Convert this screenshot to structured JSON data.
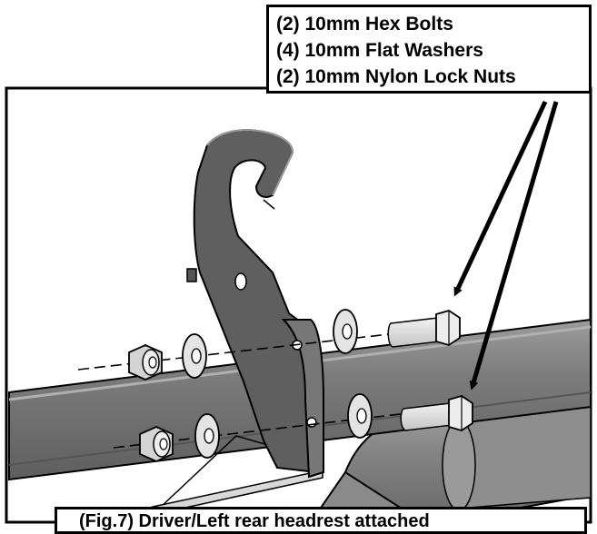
{
  "callout": {
    "lines": [
      "(2) 10mm Hex Bolts",
      "(4) 10mm Flat Washers",
      "(2) 10mm Nylon Lock Nuts"
    ]
  },
  "caption": {
    "text": "(Fig.7) Driver/Left rear headrest attached"
  },
  "colors": {
    "tube": "#7a7a7a",
    "bracket": "#666666",
    "outline": "#000000",
    "background": "#ffffff"
  }
}
